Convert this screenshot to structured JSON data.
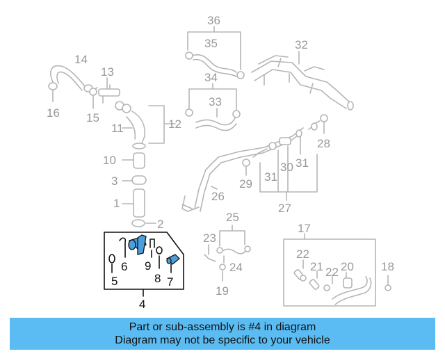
{
  "diagram": {
    "callouts": {
      "n1": "1",
      "n2": "2",
      "n3": "3",
      "n4": "4",
      "n5": "5",
      "n6": "6",
      "n7": "7",
      "n8": "8",
      "n9": "9",
      "n10": "10",
      "n11": "11",
      "n12": "12",
      "n13": "13",
      "n14": "14",
      "n15": "15",
      "n16": "16",
      "n17": "17",
      "n18": "18",
      "n19": "19",
      "n20": "20",
      "n21": "21",
      "n22a": "22",
      "n22b": "22",
      "n23": "23",
      "n24": "24",
      "n25": "25",
      "n26": "26",
      "n27": "27",
      "n28": "28",
      "n29": "29",
      "n30": "30",
      "n31a": "31",
      "n31b": "31",
      "n32": "32",
      "n33": "33",
      "n34": "34",
      "n35": "35",
      "n36": "36"
    },
    "highlighted_part": "4",
    "colors": {
      "highlight": "#4a9fdc",
      "dimmed": "#b5b5b5",
      "banner": "#5bbcf3"
    }
  },
  "banner": {
    "line1": "Part or sub-assembly is #4 in diagram",
    "line2": "Diagram may not be specific to your vehicle"
  }
}
